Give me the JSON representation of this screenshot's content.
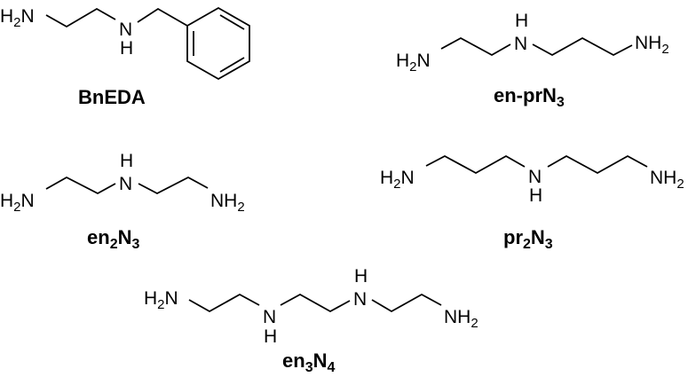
{
  "figure": {
    "description": "Chemical structures of polyamine ligands",
    "background_color": "#ffffff",
    "ink_color": "#000000"
  },
  "molecules": [
    {
      "id": "bneda",
      "name": "BnEDA",
      "label": {
        "main": "BnEDA",
        "parts": [
          {
            "text": "BnEDA",
            "sub": false
          }
        ]
      },
      "atoms": [
        {
          "text": "H",
          "sub": "2",
          "tail": "N",
          "role": "primary-amine-left"
        },
        {
          "text": "N",
          "role": "secondary-amine"
        },
        {
          "text": "H",
          "role": "amine-hydrogen-below"
        }
      ],
      "groups": [
        "ethylene",
        "benzyl"
      ]
    },
    {
      "id": "en-prn3",
      "name": "en-prN3",
      "label": {
        "parts": [
          {
            "text": "en-prN",
            "sub": false
          },
          {
            "text": "3",
            "sub": true
          }
        ]
      },
      "atoms": [
        {
          "text": "H",
          "sub": "2",
          "tail": "N",
          "role": "primary-amine-left"
        },
        {
          "text": "N",
          "role": "secondary-amine"
        },
        {
          "text": "H",
          "role": "amine-hydrogen-above"
        },
        {
          "text": "NH",
          "sub": "2",
          "role": "primary-amine-right"
        }
      ],
      "groups": [
        "ethylene",
        "propylene"
      ]
    },
    {
      "id": "en2n3",
      "name": "en2N3",
      "label": {
        "parts": [
          {
            "text": "en",
            "sub": false
          },
          {
            "text": "2",
            "sub": true
          },
          {
            "text": "N",
            "sub": false
          },
          {
            "text": "3",
            "sub": true
          }
        ]
      },
      "atoms": [
        {
          "text": "H",
          "sub": "2",
          "tail": "N",
          "role": "primary-amine-left"
        },
        {
          "text": "N",
          "role": "secondary-amine"
        },
        {
          "text": "H",
          "role": "amine-hydrogen-above"
        },
        {
          "text": "NH",
          "sub": "2",
          "role": "primary-amine-right"
        }
      ],
      "groups": [
        "ethylene",
        "ethylene"
      ]
    },
    {
      "id": "pr2n3",
      "name": "pr2N3",
      "label": {
        "parts": [
          {
            "text": "pr",
            "sub": false
          },
          {
            "text": "2",
            "sub": true
          },
          {
            "text": "N",
            "sub": false
          },
          {
            "text": "3",
            "sub": true
          }
        ]
      },
      "atoms": [
        {
          "text": "H",
          "sub": "2",
          "tail": "N",
          "role": "primary-amine-left"
        },
        {
          "text": "N",
          "role": "secondary-amine"
        },
        {
          "text": "H",
          "role": "amine-hydrogen-below"
        },
        {
          "text": "NH",
          "sub": "2",
          "role": "primary-amine-right"
        }
      ],
      "groups": [
        "propylene",
        "propylene"
      ]
    },
    {
      "id": "en3n4",
      "name": "en3N4",
      "label": {
        "parts": [
          {
            "text": "en",
            "sub": false
          },
          {
            "text": "3",
            "sub": true
          },
          {
            "text": "N",
            "sub": false
          },
          {
            "text": "4",
            "sub": true
          }
        ]
      },
      "atoms": [
        {
          "text": "H",
          "sub": "2",
          "tail": "N",
          "role": "primary-amine-left"
        },
        {
          "text": "N",
          "role": "secondary-amine-1"
        },
        {
          "text": "H",
          "role": "amine-hydrogen-below"
        },
        {
          "text": "N",
          "role": "secondary-amine-2"
        },
        {
          "text": "H",
          "role": "amine-hydrogen-above"
        },
        {
          "text": "NH",
          "sub": "2",
          "role": "primary-amine-right"
        }
      ],
      "groups": [
        "ethylene",
        "ethylene",
        "ethylene"
      ]
    }
  ],
  "text": {
    "H": "H",
    "N": "N",
    "NH": "NH",
    "two": "2",
    "bneda_label": "BnEDA",
    "enpr_label_main": "en-prN",
    "enpr_label_sub": "3",
    "en2_label_a": "en",
    "en2_label_b": "2",
    "en2_label_c": "N",
    "en2_label_d": "3",
    "pr2_label_a": "pr",
    "pr2_label_b": "2",
    "pr2_label_c": "N",
    "pr2_label_d": "3",
    "en3_label_a": "en",
    "en3_label_b": "3",
    "en3_label_c": "N",
    "en3_label_d": "4"
  }
}
